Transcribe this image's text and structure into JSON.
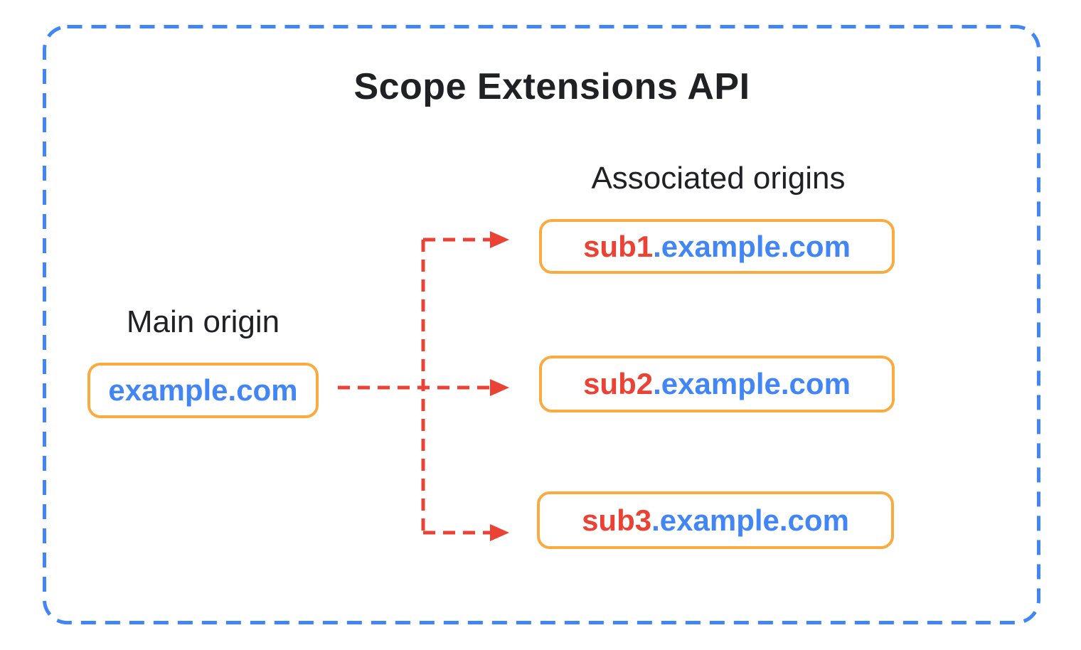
{
  "title": "Scope Extensions API",
  "main_origin": {
    "label": "Main origin",
    "domain": "example.com"
  },
  "associated_origins": {
    "label": "Associated origins",
    "items": [
      {
        "prefix": "sub1",
        "suffix": ".example.com"
      },
      {
        "prefix": "sub2",
        "suffix": ".example.com"
      },
      {
        "prefix": "sub3",
        "suffix": ".example.com"
      }
    ]
  },
  "colors": {
    "outer_border_blue": "#4285F4",
    "box_border_orange": "#FAAB40",
    "arrow_red": "#EA4335",
    "domain_text_blue": "#4285F4",
    "subdomain_text_red": "#EA4335",
    "heading_text": "#202124",
    "background": "#FFFFFF"
  }
}
